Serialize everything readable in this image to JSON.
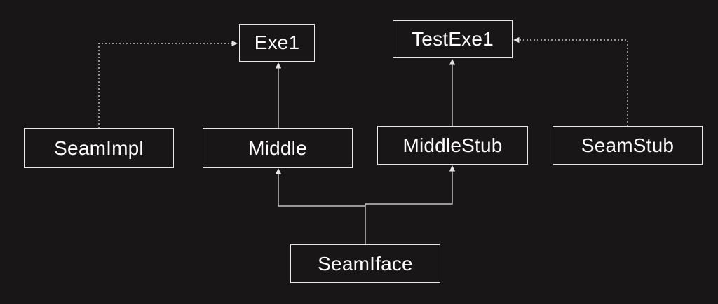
{
  "diagram": {
    "background": "#181616",
    "line_color": "#e6e6e6",
    "nodes": {
      "exe1": "Exe1",
      "test_exe1": "TestExe1",
      "seam_impl": "SeamImpl",
      "middle": "Middle",
      "middle_stub": "MiddleStub",
      "seam_stub": "SeamStub",
      "seam_iface": "SeamIface"
    },
    "edges": [
      {
        "from": "Middle",
        "to": "Exe1",
        "style": "solid"
      },
      {
        "from": "MiddleStub",
        "to": "TestExe1",
        "style": "solid"
      },
      {
        "from": "SeamIface",
        "to": "Middle",
        "style": "solid"
      },
      {
        "from": "SeamIface",
        "to": "MiddleStub",
        "style": "solid"
      },
      {
        "from": "SeamImpl",
        "to": "Exe1",
        "style": "dotted"
      },
      {
        "from": "SeamStub",
        "to": "TestExe1",
        "style": "dotted"
      }
    ]
  }
}
